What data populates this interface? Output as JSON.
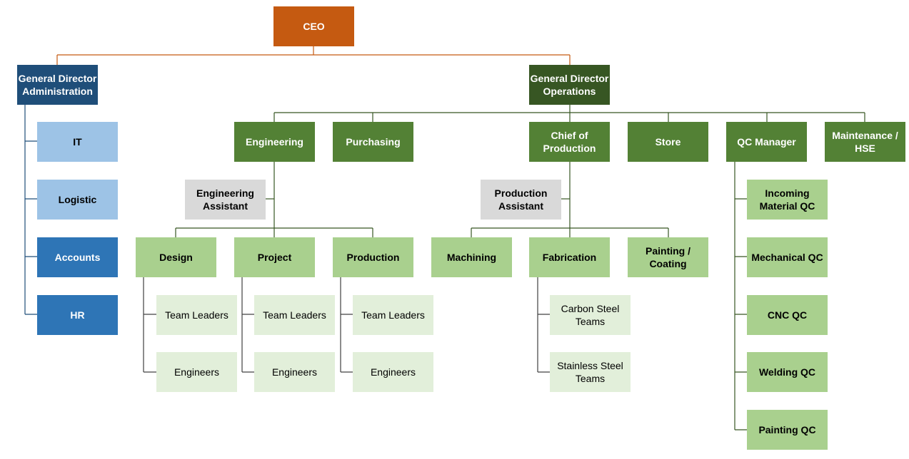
{
  "colors": {
    "ceo": "#C55A11",
    "administration": "#1F4E79",
    "operations": "#375623",
    "admin_light": "#9DC3E6",
    "admin_medium": "#2E75B6",
    "department": "#538135",
    "sub_unit": "#A9D08E",
    "team": "#E2EFDA",
    "assistant": "#D9D9D9",
    "connector_top": "#C55A11",
    "connector_admin": "#1F4E79",
    "connector_ops": "#375623"
  },
  "nodes": {
    "ceo": "CEO",
    "gd_admin": "General Director Administration",
    "gd_ops": "General Director Operations",
    "it": "IT",
    "logistic": "Logistic",
    "accounts": "Accounts",
    "hr": "HR",
    "engineering": "Engineering",
    "purchasing": "Purchasing",
    "chief_production": "Chief of Production",
    "store": "Store",
    "qc_manager": "QC Manager",
    "maintenance": "Maintenance / HSE",
    "eng_assistant": "Engineering Assistant",
    "prod_assistant": "Production Assistant",
    "design": "Design",
    "project": "Project",
    "production": "Production",
    "machining": "Machining",
    "fabrication": "Fabrication",
    "painting_coating": "Painting / Coating",
    "design_team_leaders": "Team Leaders",
    "design_engineers": "Engineers",
    "project_team_leaders": "Team Leaders",
    "project_engineers": "Engineers",
    "production_team_leaders": "Team Leaders",
    "production_engineers": "Engineers",
    "carbon_steel": "Carbon Steel Teams",
    "stainless_steel": "Stainless Steel Teams",
    "incoming_qc": "Incoming Material QC",
    "mechanical_qc": "Mechanical QC",
    "cnc_qc": "CNC QC",
    "welding_qc": "Welding QC",
    "painting_qc": "Painting QC"
  }
}
